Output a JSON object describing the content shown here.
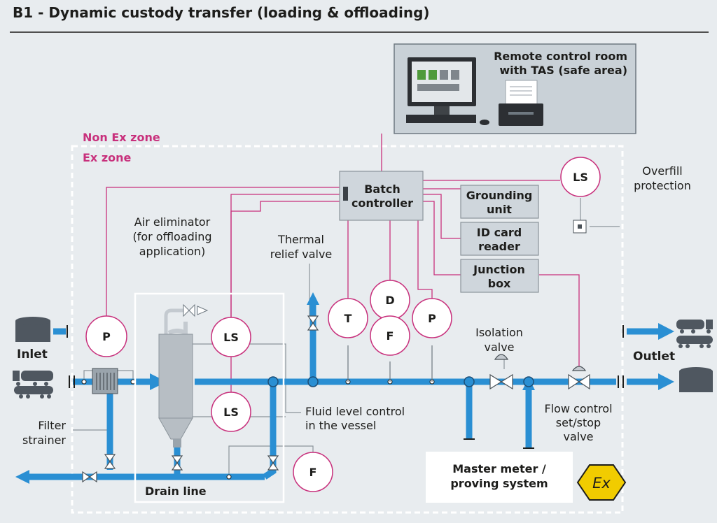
{
  "title": "B1 - Dynamic custody transfer (loading & offloading)",
  "colors": {
    "pipe": "#2a8fd3",
    "signal": "#c8307c",
    "zone": "#c8307c",
    "ex_yellow": "#f1cc00",
    "box_fill": "#cfd6dc"
  },
  "zones": {
    "non_ex": "Non Ex zone",
    "ex": "Ex zone"
  },
  "control_room": {
    "line1": "Remote control room",
    "line2": "with TAS (safe area)"
  },
  "batch_controller": {
    "line1": "Batch",
    "line2": "controller"
  },
  "boxes": {
    "grounding": {
      "line1": "Grounding",
      "line2": "unit"
    },
    "id_card": {
      "line1": "ID card",
      "line2": "reader"
    },
    "junction": {
      "line1": "Junction",
      "line2": "box"
    }
  },
  "labels": {
    "overfill": {
      "line1": "Overfill",
      "line2": "protection"
    },
    "air_elim": {
      "line1": "Air eliminator",
      "line2": "(for offloading",
      "line3": "application)"
    },
    "thermal": {
      "line1": "Thermal",
      "line2": "relief valve"
    },
    "isolation": {
      "line1": "Isolation",
      "line2": "valve"
    },
    "fluid_level": {
      "line1": "Fluid level control",
      "line2": "in the vessel"
    },
    "filter": {
      "line1": "Filter",
      "line2": "strainer"
    },
    "flow_control": {
      "line1": "Flow control",
      "line2": "set/stop",
      "line3": "valve"
    },
    "inlet": "Inlet",
    "outlet": "Outlet",
    "drain": "Drain line",
    "master": {
      "line1": "Master meter /",
      "line2": "proving system"
    }
  },
  "instruments": {
    "p1": "P",
    "ls_top": "LS",
    "ls_bottom": "LS",
    "t": "T",
    "d": "D",
    "f_main": "F",
    "p2": "P",
    "ls_overfill": "LS",
    "f_drain": "F"
  },
  "ex_symbol": "Ex"
}
